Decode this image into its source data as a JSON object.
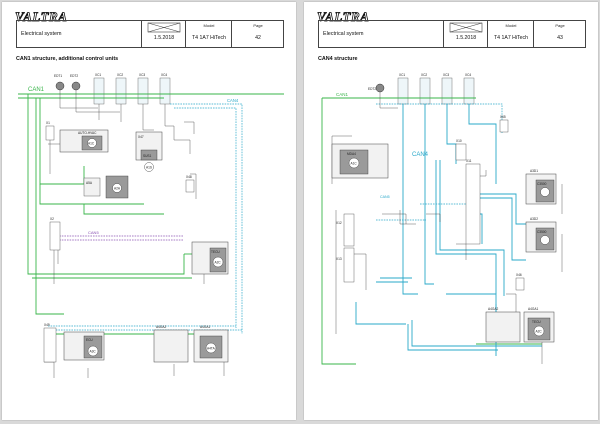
{
  "brand": "VALTRA",
  "colors": {
    "can1_green": "#39b54a",
    "can4_cyan": "#29a8c9",
    "can5_purple": "#8a52b4",
    "wire_black": "#222222",
    "module_grey": "#9a9a9a"
  },
  "left": {
    "header": {
      "doc_title": "Electrical system",
      "date": "1.5.2018",
      "model_label": "Model",
      "model_value": "T4 1A7 HiTech",
      "page_label": "Page",
      "page_value": "42"
    },
    "diagram_title": "CAN1 structure, additional control units",
    "labels": {
      "edt1": "EDT1",
      "edt2": "EDT2",
      "can1": "CAN1",
      "can4": "CAN4",
      "can5": "CAN5",
      "xc1": "XC1",
      "xc2": "XC2",
      "xc3": "XC3",
      "xc4": "XC4",
      "x1": "X1",
      "x2": "X2",
      "x47": "X47",
      "x48": "X48",
      "x49": "X49",
      "autohvac": "AUTO-HVAC",
      "a1c": "A1C",
      "sus1": "SUS1",
      "a1s": "A1S",
      "a5a": "A5A",
      "a2a": "A2A",
      "tecu": "TECU",
      "a2c": "A2C",
      "ecu": "ECU",
      "a3c": "A3C",
      "a4ga1": "A4GA1",
      "a4ga2": "A4GA2",
      "a4ta": "A4TA"
    }
  },
  "right": {
    "header": {
      "doc_title": "Electrical system",
      "date": "1.5.2018",
      "model_label": "Model",
      "model_value": "T4 1A7 HiTech",
      "page_label": "Page",
      "page_value": "43"
    },
    "diagram_title": "CAN4 structure",
    "labels": {
      "edt2": "EDT2",
      "can1": "CAN1",
      "can4": "CAN4",
      "can5": "CAN5",
      "xc1": "XC1",
      "xc2": "XC2",
      "xc3": "XC3",
      "xc4": "XC4",
      "x65": "X65",
      "x10": "X10",
      "x11": "X11",
      "x12": "X12",
      "x13": "X13",
      "mda4": "MDA4",
      "a1c": "A1C",
      "a3d1": "A3D1",
      "c3500": "C3500",
      "a3d2": "A3D2",
      "c3500b": "C3500",
      "x46": "X46",
      "tecu": "TECU",
      "a2c": "A2C",
      "a4ga1": "A4GA1",
      "a4ga2": "A4GA2"
    }
  }
}
